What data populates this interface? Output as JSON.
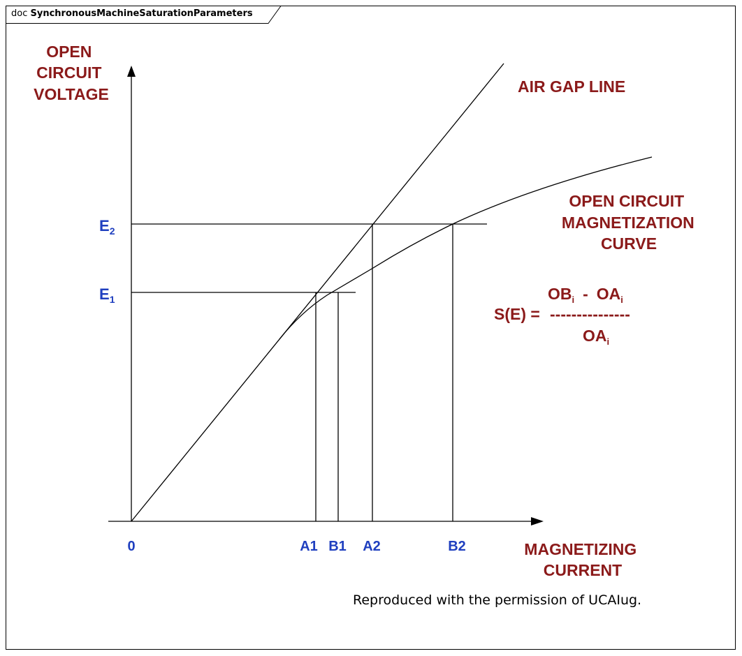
{
  "frame": {
    "kind": "doc",
    "name": "SynchronousMachineSaturationParameters"
  },
  "diagram": {
    "y_axis_label": [
      "OPEN",
      "CIRCUIT",
      "VOLTAGE"
    ],
    "x_axis_label": [
      "MAGNETIZING",
      "CURRENT"
    ],
    "air_gap_label": "AIR GAP LINE",
    "occ_label": [
      "OPEN CIRCUIT",
      "MAGNETIZATION",
      "CURVE"
    ],
    "y_ticks": {
      "e2": {
        "base": "E",
        "sub": "2"
      },
      "e1": {
        "base": "E",
        "sub": "1"
      }
    },
    "x_ticks": {
      "origin": "0",
      "a1": "A1",
      "b1": "B1",
      "a2": "A2",
      "b2": "B2"
    },
    "formula": {
      "lhs": "S(E) =",
      "num_left": "OB",
      "num_left_sub": "i",
      "num_op": "-",
      "num_right": "OA",
      "num_right_sub": "i",
      "bar": "---------------",
      "den": "OA",
      "den_sub": "i"
    }
  },
  "caption": "Reproduced with the permission of UCAIug.",
  "colors": {
    "label_red": "#8b1a1a",
    "tick_blue": "#1f3fbf",
    "line": "#000000"
  }
}
